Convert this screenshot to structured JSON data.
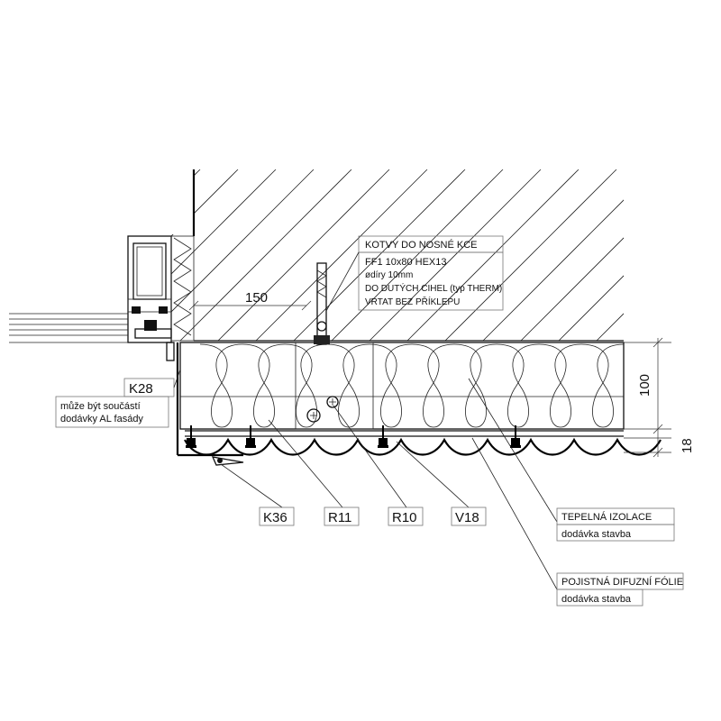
{
  "labels": {
    "anchor_title": "KOTVY DO NOSNÉ KCE",
    "anchor_line1": "FF1  10x80  HEX13",
    "anchor_line2": "ødíry 10mm",
    "anchor_line3": "DO DUTÝCH CIHEL (typ THERM)",
    "anchor_line4": "VRTAT BEZ PŘÍKLEPU",
    "dim_150": "150",
    "dim_100": "100",
    "dim_18": "18",
    "k28": "K28",
    "k28_note1": "může být součástí",
    "k28_note2": "dodávky AL fasády",
    "k36": "K36",
    "r11": "R11",
    "r10": "R10",
    "v18": "V18",
    "insulation": "TEPELNÁ  IZOLACE",
    "insulation_supply": "dodávka  stavba",
    "foil": "POJISTNÁ  DIFUZNÍ  FÓLIE",
    "foil_supply": "dodávka  stavba"
  }
}
